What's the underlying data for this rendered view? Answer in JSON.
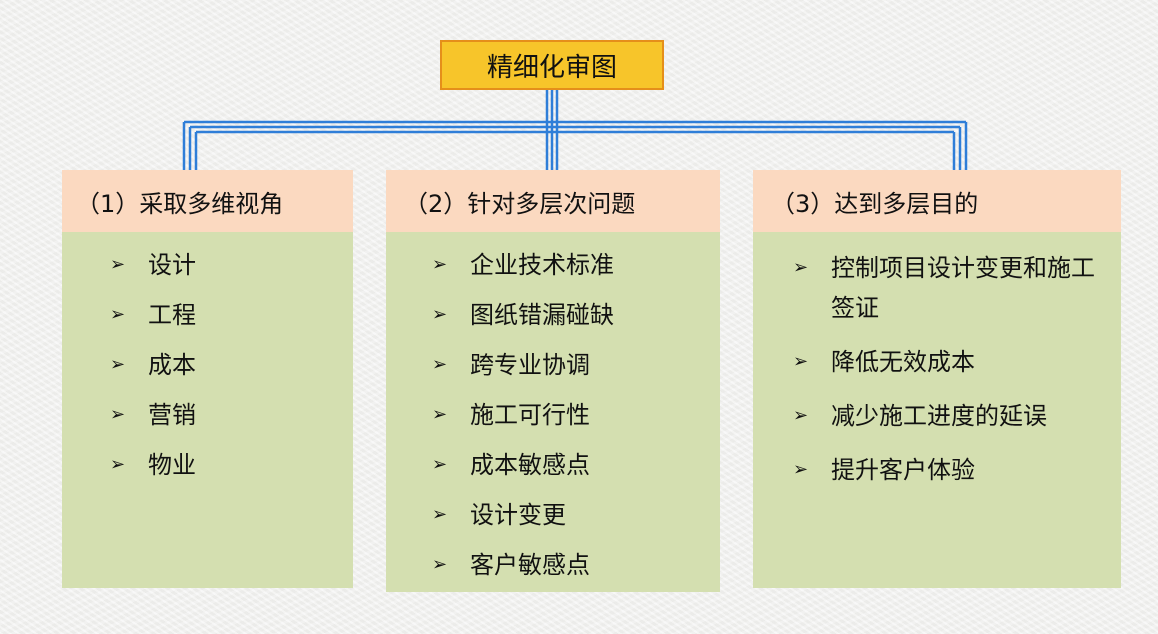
{
  "root": {
    "label": "精细化审图"
  },
  "columns": [
    {
      "title": "（1）采取多维视角",
      "items": [
        "设计",
        "工程",
        "成本",
        "营销",
        "物业"
      ]
    },
    {
      "title": "（2）针对多层次问题",
      "items": [
        "企业技术标准",
        "图纸错漏碰缺",
        "跨专业协调",
        "施工可行性",
        "成本敏感点",
        "设计变更",
        "客户敏感点"
      ]
    },
    {
      "title": "（3）达到多层目的",
      "items": [
        "控制项目设计变更和施工签证",
        "降低无效成本",
        "减少施工进度的延误",
        "提升客户体验"
      ]
    }
  ],
  "bullet_glyph": "➢",
  "colors": {
    "root_fill": "#f7c52a",
    "root_border": "#e58f1a",
    "header_fill": "#fbd9c0",
    "body_fill": "#d4dfb0",
    "connector": "#2f7ed8"
  }
}
